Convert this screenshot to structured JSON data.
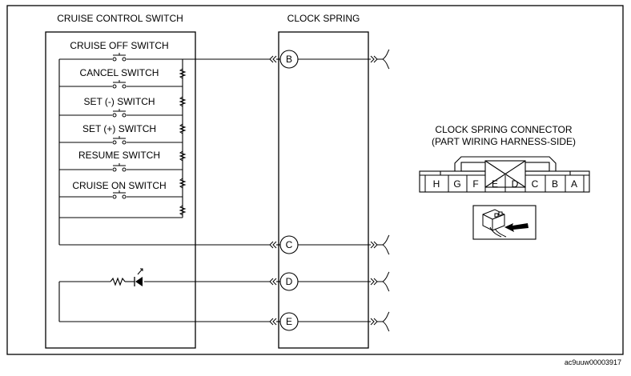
{
  "diagram": {
    "panels": {
      "cruise_control_switch": "CRUISE CONTROL SWITCH",
      "clock_spring": "CLOCK SPRING"
    },
    "switches": [
      "CRUISE OFF SWITCH",
      "CANCEL SWITCH",
      "SET (-) SWITCH",
      "SET (+) SWITCH",
      "RESUME SWITCH",
      "CRUISE ON SWITCH"
    ],
    "terminals": [
      "B",
      "C",
      "D",
      "E"
    ],
    "connector": {
      "title": "CLOCK SPRING CONNECTOR",
      "subtitle": "(PART WIRING HARNESS-SIDE)",
      "pins": [
        "H",
        "G",
        "F",
        "E",
        "D",
        "C",
        "B",
        "A"
      ]
    },
    "reference_code": "ac9uuw00003917"
  }
}
